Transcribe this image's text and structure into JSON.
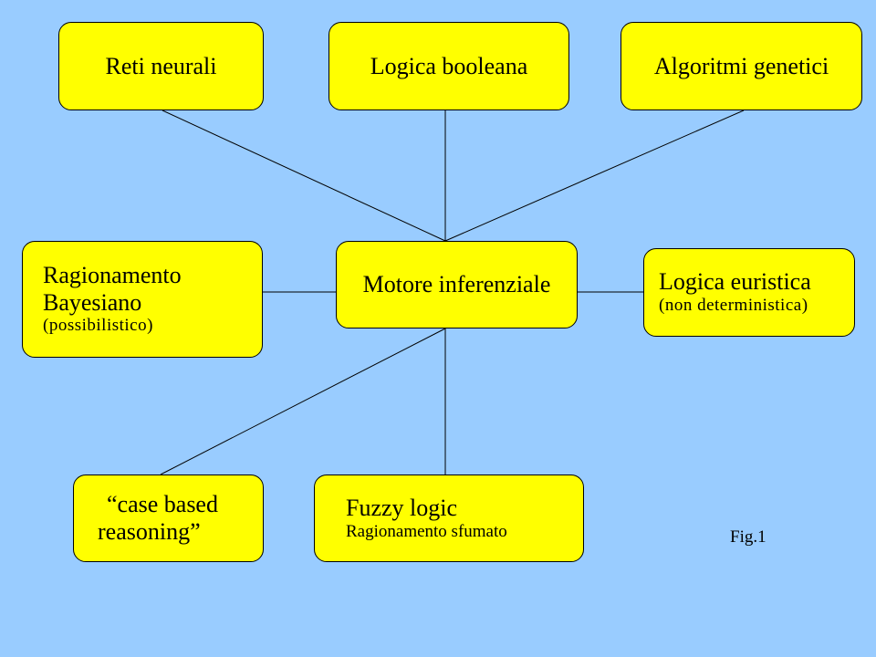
{
  "nodes": {
    "reti_neurali": "Reti neurali",
    "logica_booleana": "Logica booleana",
    "algoritmi_genetici": "Algoritmi genetici",
    "ragionamento": {
      "line1": "Ragionamento",
      "line2": "Bayesiano",
      "line3": "(possibilistico)"
    },
    "motore": "Motore inferenziale",
    "euristica": {
      "line1": "Logica euristica",
      "line2": "(non deterministica)"
    },
    "case_based": {
      "line1": "“case based",
      "line2": "reasoning”"
    },
    "fuzzy": {
      "line1": "Fuzzy logic",
      "line2": "Ragionamento sfumato"
    }
  },
  "figure_label": "Fig.1",
  "colors": {
    "background": "#99ccff",
    "node_fill": "#ffff00",
    "stroke": "#000000"
  }
}
